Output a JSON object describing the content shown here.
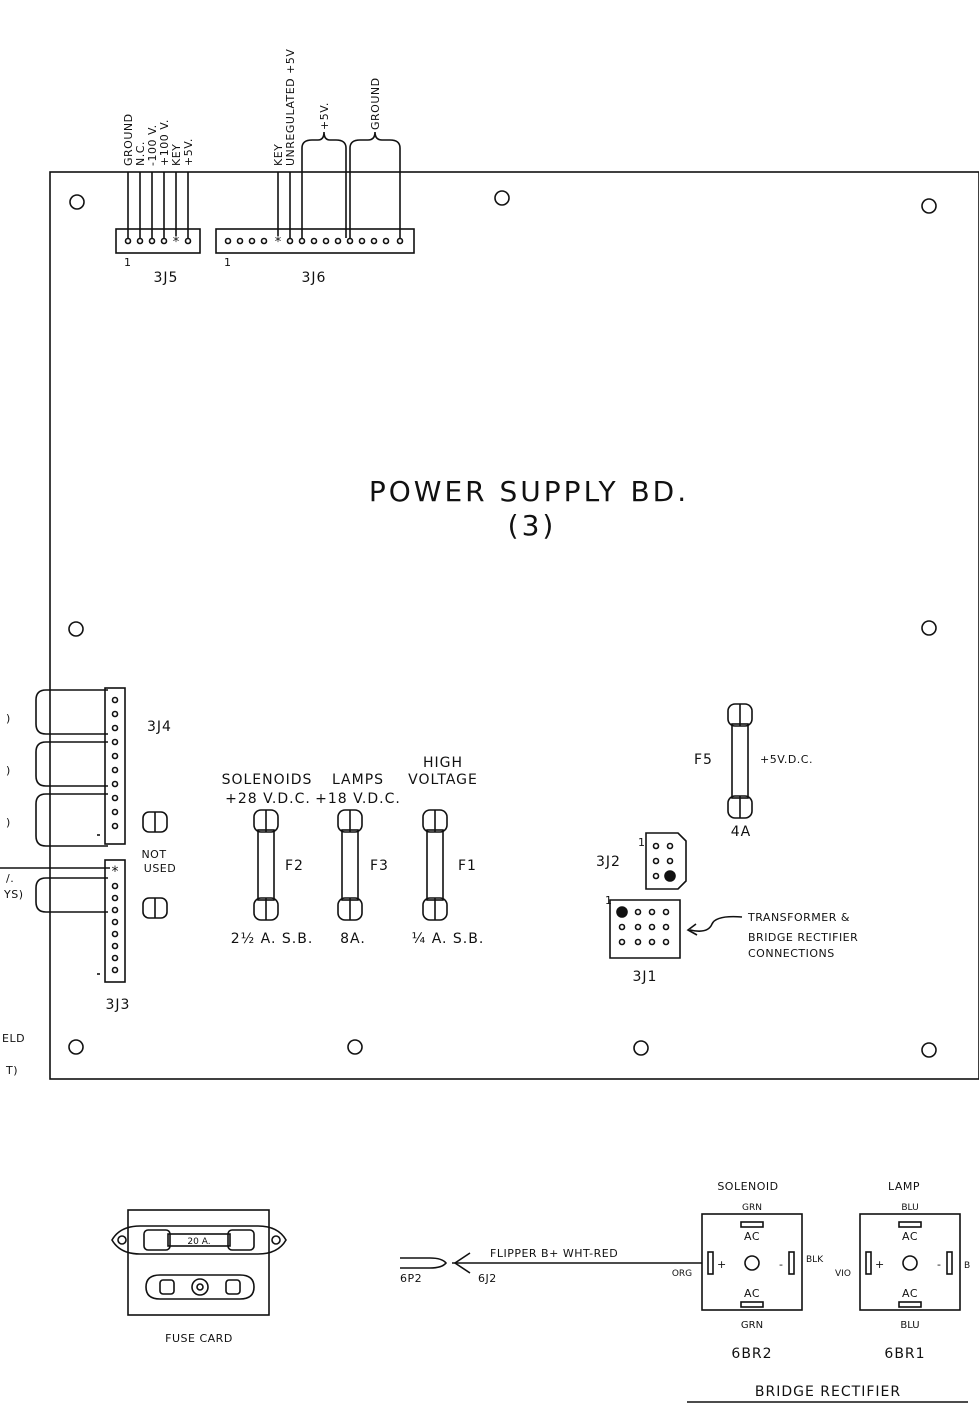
{
  "board": {
    "title": "POWER SUPPLY BD.",
    "number": "(3)"
  },
  "connectors": {
    "3j5": {
      "name": "3J5",
      "pin1": "1",
      "pins": [
        "GROUND",
        "N.C.",
        "-100 V.",
        "+100 V.",
        "KEY",
        "+5V."
      ]
    },
    "3j6": {
      "name": "3J6",
      "pin1": "1",
      "pins": [
        "KEY",
        "UNREGULATED +5V"
      ],
      "groups": [
        "+5V.",
        "GROUND"
      ]
    },
    "3j4": {
      "name": "3J4"
    },
    "3j3": {
      "name": "3J3",
      "star": "*"
    },
    "3j2": {
      "name": "3J2",
      "pin1": "1"
    },
    "3j1": {
      "name": "3J1",
      "pin1": "1"
    }
  },
  "not_used": [
    "NOT",
    "USED"
  ],
  "fuses": {
    "f2": {
      "id": "F2",
      "desc1": "SOLENOIDS",
      "desc2": "+28 V.D.C.",
      "rating": "2½ A. S.B."
    },
    "f3": {
      "id": "F3",
      "desc1": "LAMPS",
      "desc2": "+18 V.D.C.",
      "rating": "8A."
    },
    "f1": {
      "id": "F1",
      "desc1": "HIGH",
      "desc2": "VOLTAGE",
      "rating": "¼ A. S.B."
    },
    "f5": {
      "id": "F5",
      "desc": "+5V.D.C.",
      "rating": "4A"
    }
  },
  "transformer_note": [
    "TRANSFORMER &",
    "BRIDGE RECTIFIER",
    "CONNECTIONS"
  ],
  "left_edge_fragments": [
    ")",
    ")",
    ")",
    "/.",
    "YS)",
    "ELD",
    "T)"
  ],
  "fuse_card": {
    "label": "FUSE CARD",
    "fuse_rating": "20 A."
  },
  "flipper": {
    "plug": "6P2",
    "jack": "6J2",
    "wire": "FLIPPER B+ WHT-RED"
  },
  "rectifiers": {
    "title": "BRIDGE RECTIFIER",
    "solenoid": {
      "label": "SOLENOID",
      "id": "6BR2",
      "top_wire": "GRN",
      "bottom_wire": "GRN",
      "ac": "AC",
      "left_wire": "ORG",
      "right_wire": "BLK",
      "plus": "+",
      "minus": "-"
    },
    "lamp": {
      "label": "LAMP",
      "id": "6BR1",
      "top_wire": "BLU",
      "bottom_wire": "BLU",
      "ac": "AC",
      "left_wire": "VIO",
      "right_wire": "B",
      "plus": "+",
      "minus": "-"
    }
  }
}
